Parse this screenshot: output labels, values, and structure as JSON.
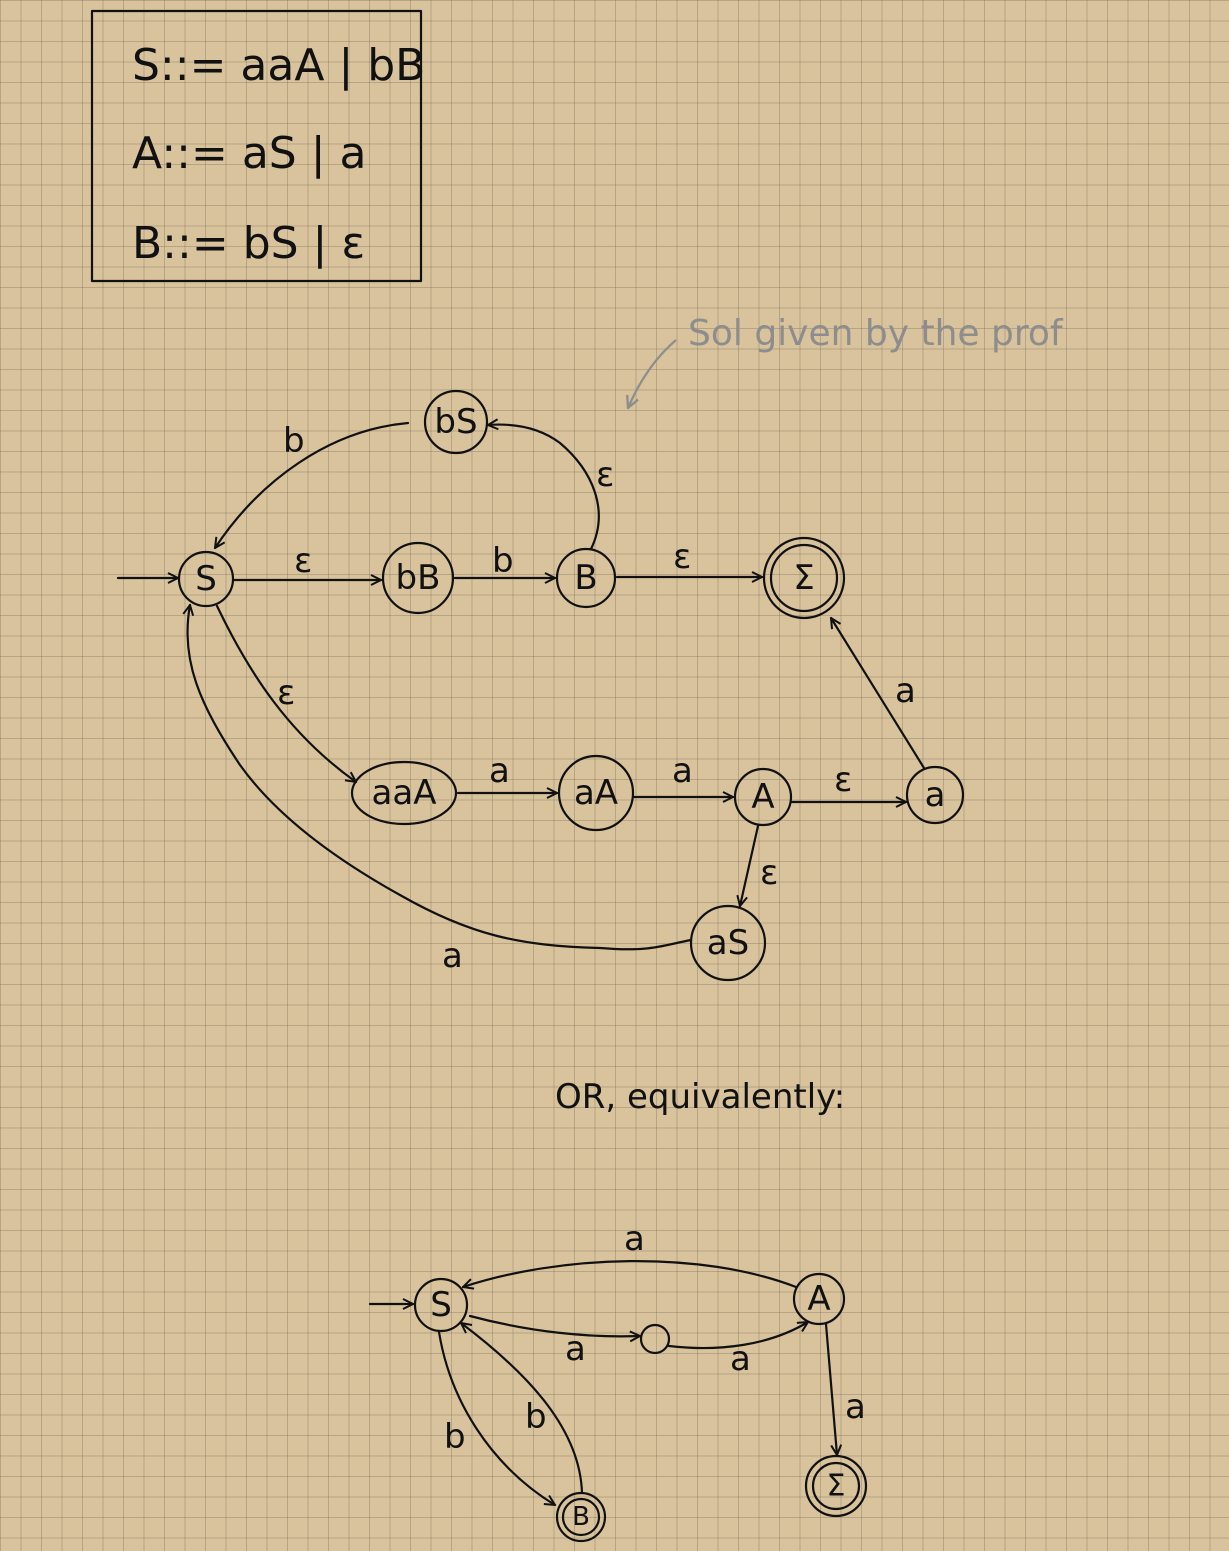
{
  "grammar": {
    "rules": [
      "S::= aaA | bB",
      "A::= aS | a",
      "B::= bS | ε"
    ]
  },
  "annotation": "Sol given by the prof",
  "separator_text": "OR, equivalently:",
  "diagram1": {
    "nodes": {
      "S": "S",
      "bS": "bS",
      "bB": "bB",
      "B": "B",
      "final": "Σ",
      "aaA": "aaA",
      "aA": "aA",
      "A": "A",
      "a": "a",
      "aS": "aS"
    },
    "edges": {
      "bS_S": "b",
      "S_bB": "ε",
      "bB_B": "b",
      "B_bS": "ε",
      "B_final": "ε",
      "S_aaA": "ε",
      "aaA_aA": "a",
      "aA_A": "a",
      "A_a": "ε",
      "a_final": "a",
      "A_aS": "ε",
      "aS_S": "a"
    }
  },
  "diagram2": {
    "nodes": {
      "S": "S",
      "A": "A",
      "B": "B",
      "final": "Σ",
      "mid": ""
    },
    "edges": {
      "A_S": "a",
      "S_mid": "a",
      "mid_A": "a",
      "A_final": "a",
      "S_B": "b",
      "B_S": "b"
    }
  }
}
